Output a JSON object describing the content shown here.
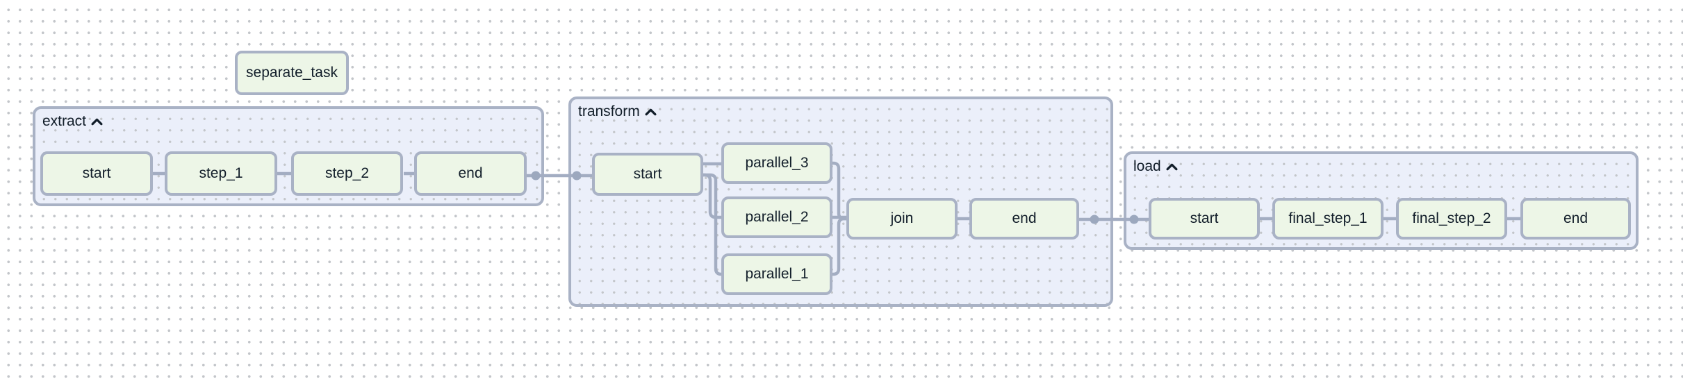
{
  "colors": {
    "canvas-bg": "#ffffff",
    "grid-dot": "#c3c6ca",
    "group-fill": "#ebeffa",
    "group-border": "#a9b2c5",
    "task-fill": "#edf6e7",
    "task-border": "#a9b2c5",
    "edge": "#a3adc2",
    "edge-dot": "#9ca8be",
    "text": "#121e2a"
  },
  "standalone_task": {
    "label": "separate_task"
  },
  "groups": {
    "extract": {
      "label": "extract",
      "collapse_icon": "chevron-up",
      "tasks": [
        "start",
        "step_1",
        "step_2",
        "end"
      ]
    },
    "transform": {
      "label": "transform",
      "collapse_icon": "chevron-up",
      "tasks": [
        "start",
        "parallel_3",
        "parallel_2",
        "parallel_1",
        "join",
        "end"
      ]
    },
    "load": {
      "label": "load",
      "collapse_icon": "chevron-up",
      "tasks": [
        "start",
        "final_step_1",
        "final_step_2",
        "end"
      ]
    }
  }
}
